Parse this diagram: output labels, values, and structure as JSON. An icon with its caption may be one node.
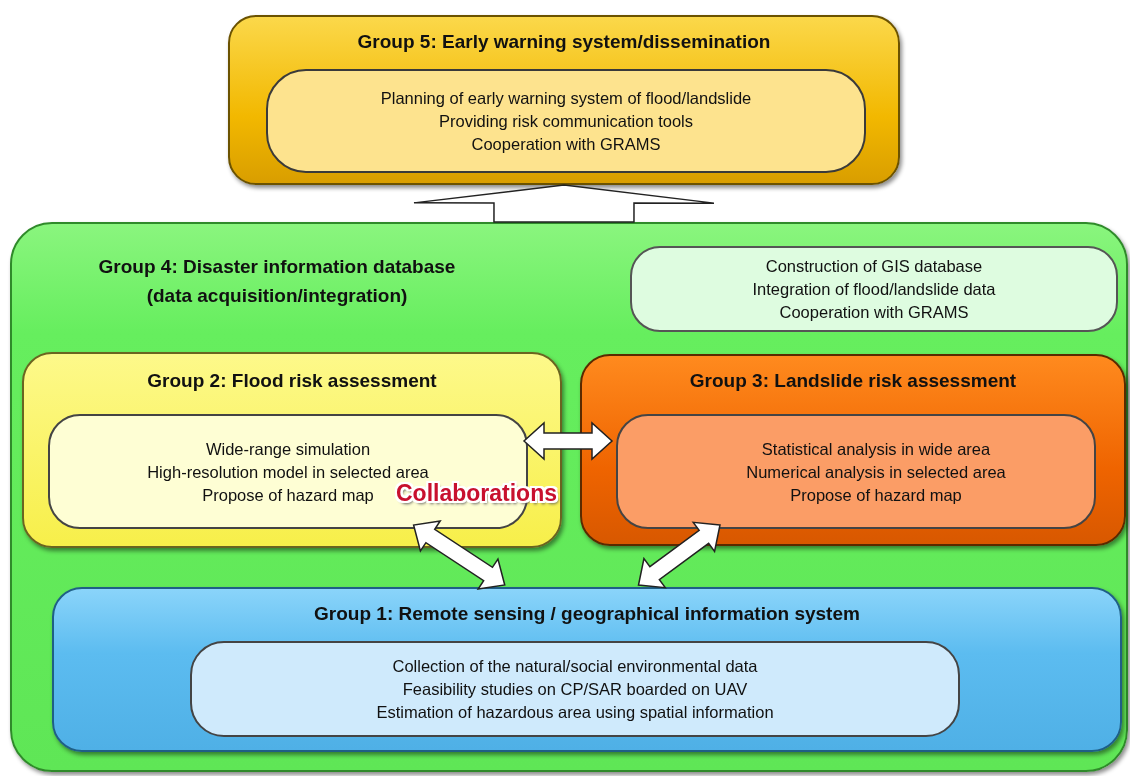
{
  "diagram": {
    "nodes": [
      {
        "text": [
          "Group 5: Early warning system/dissemination"
        ]
      },
      {
        "text": [
          "Planning of early warning system of flood/landslide",
          "Providing risk communication tools",
          "Cooperation with GRAMS"
        ],
        "in": 0
      },
      {
        "text": [
          "Group 4: Disaster information database (data acquisition/integration)"
        ]
      },
      {
        "text": [
          "Construction of GIS database",
          "Integration of flood/landslide data",
          "Cooperation with GRAMS"
        ],
        "in": 2
      },
      {
        "text": [
          "Group 2: Flood risk assessment"
        ],
        "in": 2
      },
      {
        "text": [
          "Wide-range simulation",
          "High-resolution model in selected area",
          "Propose of hazard map"
        ],
        "in": 4
      },
      {
        "text": [
          "Group 3: Landslide risk assessment"
        ],
        "in": 2
      },
      {
        "text": [
          "Statistical analysis in wide area",
          "Numerical analysis in selected area",
          "Propose of hazard map"
        ],
        "in": 6
      },
      {
        "text": [
          "Group 1: Remote sensing / geographical information system"
        ],
        "in": 2
      },
      {
        "text": [
          "Collection of the natural/social environmental data",
          "Feasibility studies on CP/SAR boarded on UAV",
          "Estimation of hazardous area using spatial information"
        ],
        "in": 8
      }
    ],
    "edges": [
      {
        "from": 2,
        "to": 0,
        "arrow": "to"
      },
      {
        "from": 5,
        "to": 7,
        "arrow": "both"
      },
      {
        "from": 5,
        "to": 8,
        "arrow": "both"
      },
      {
        "from": 7,
        "to": 8,
        "arrow": "both"
      }
    ],
    "labels": [
      "Collaborations"
    ]
  }
}
